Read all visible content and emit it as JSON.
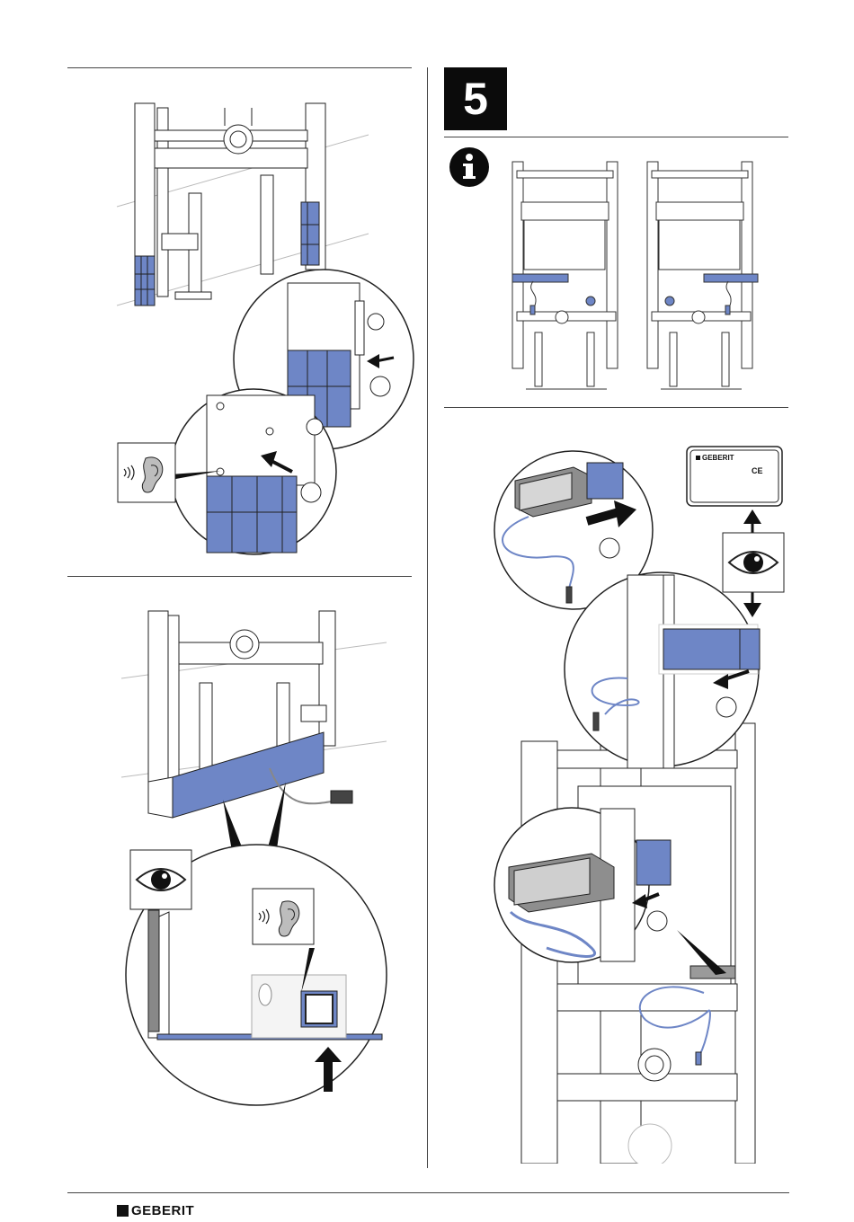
{
  "page": {
    "step_number": "5",
    "brand": "GEBERIT"
  },
  "icons": {
    "info": "info-icon",
    "eye": "eye-icon",
    "ear": "ear-icon",
    "arrow": "arrow-icon"
  },
  "label": {
    "brand": "GEBERIT",
    "marks": "CE"
  },
  "colors": {
    "accent_blue": "#6e86c6",
    "line": "#222222",
    "light_grey": "#e9e9e9"
  }
}
